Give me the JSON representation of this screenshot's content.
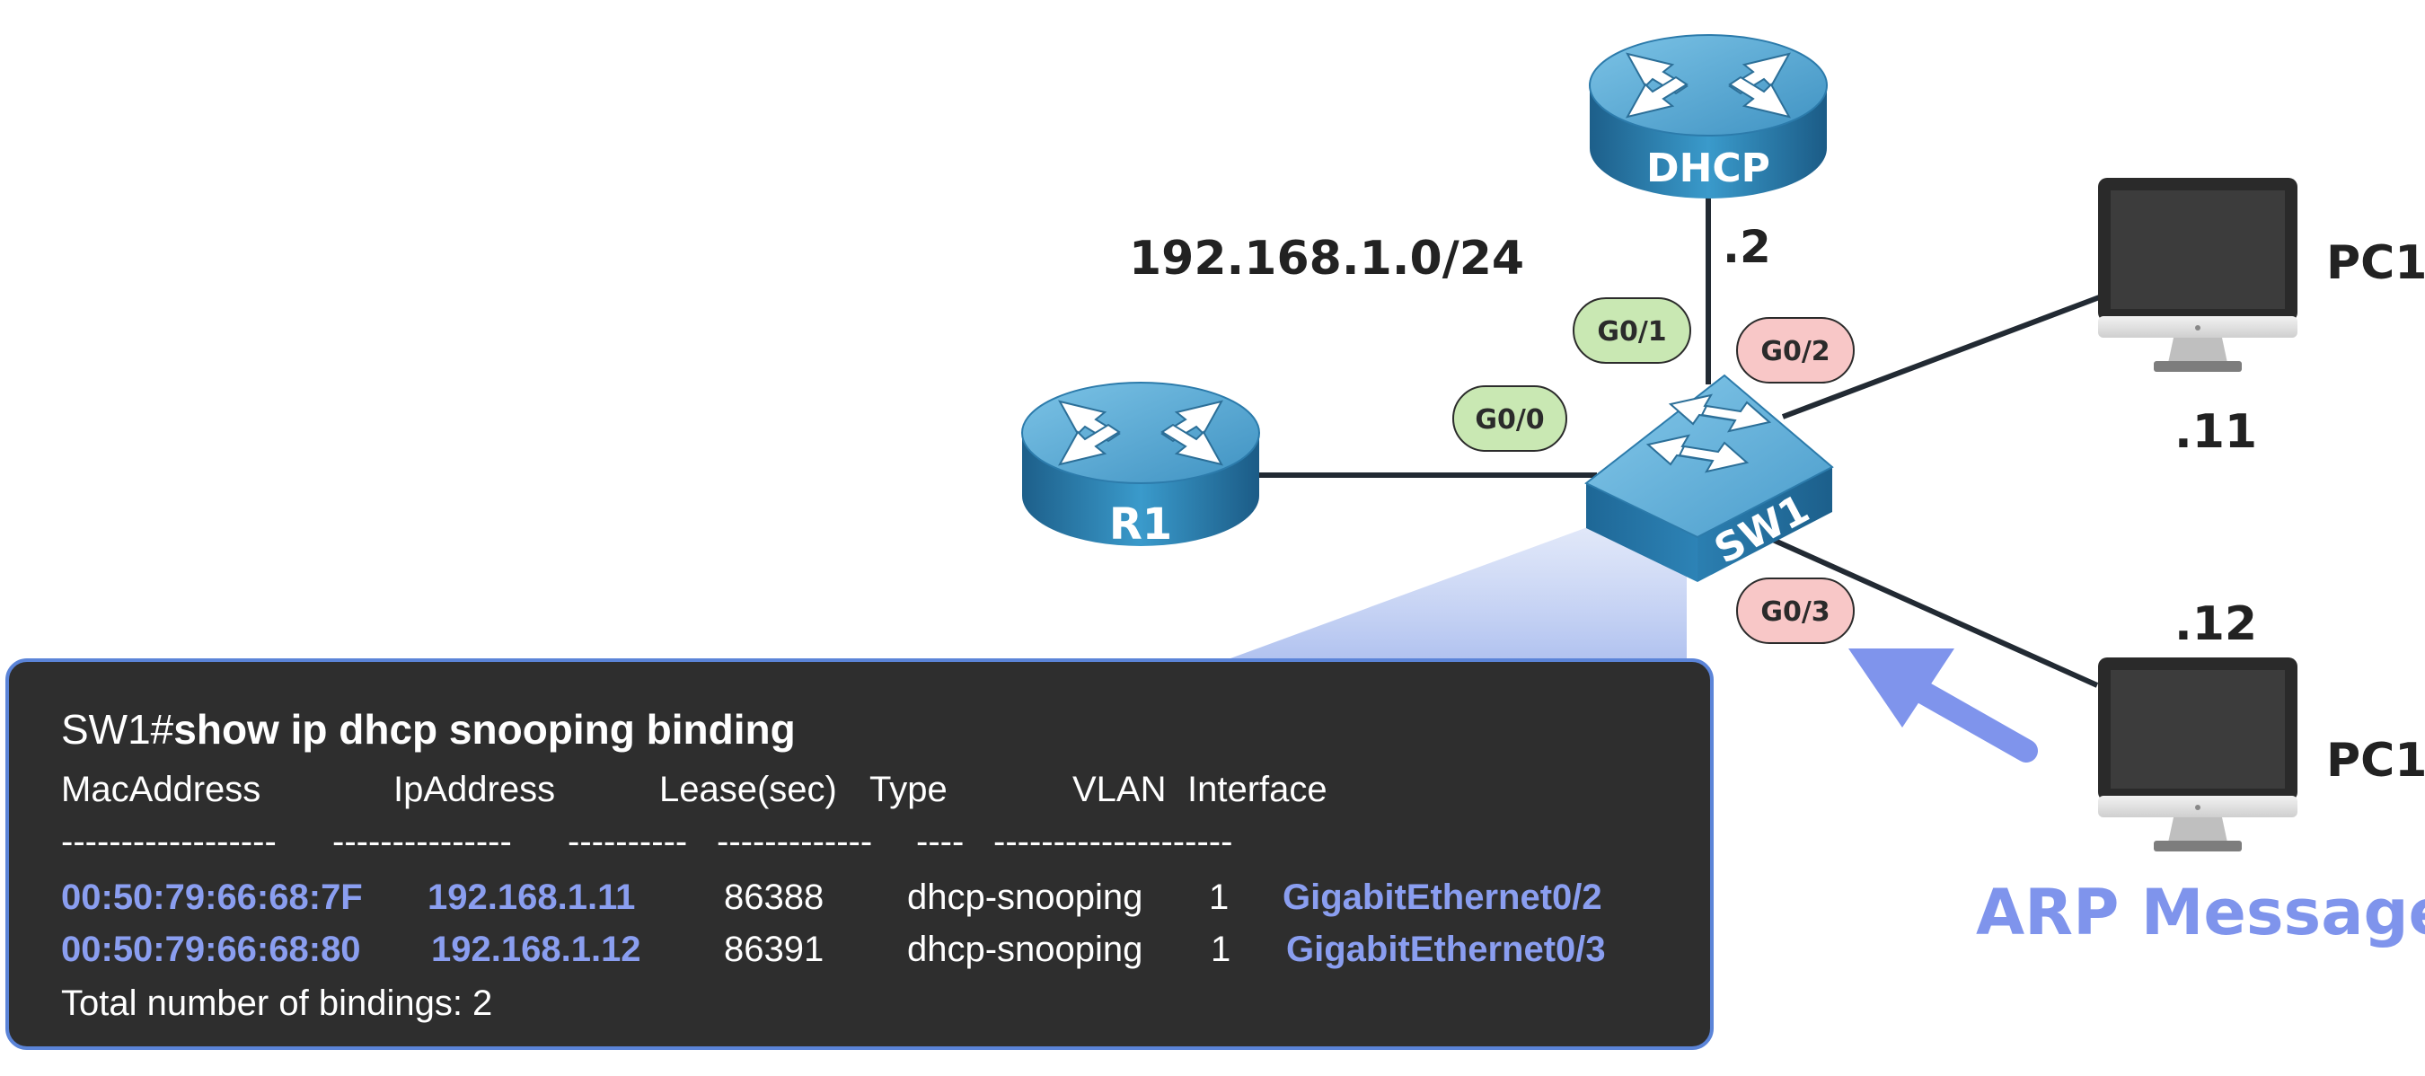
{
  "network": "192.168.1.0/24",
  "devices": {
    "dhcp": {
      "label": "DHCP",
      "ip": ".2"
    },
    "r1": {
      "label": "R1"
    },
    "sw1": {
      "label": "SW1"
    },
    "pc_top": {
      "label": "PC1",
      "ip": ".11"
    },
    "pc_bottom": {
      "label": "PC1",
      "ip": ".12"
    }
  },
  "interfaces": {
    "g00": "G0/0",
    "g01": "G0/1",
    "g02": "G0/2",
    "g03": "G0/3"
  },
  "colors": {
    "trusted": "#c9e8b3",
    "untrusted": "#f8c7c7",
    "highlight": "#8a9ef0",
    "device": "#2f86b8",
    "terminal_bg": "#2e2e2e"
  },
  "arp_label": "ARP Message",
  "terminal": {
    "prompt": "SW1#",
    "command": "show ip dhcp snooping binding",
    "headers": [
      "MacAddress",
      "IpAddress",
      "Lease(sec)",
      "Type",
      "VLAN",
      "Interface"
    ],
    "separators": [
      "------------------",
      "---------------",
      "----------",
      "-------------",
      "----",
      "--------------------"
    ],
    "rows": [
      [
        "00:50:79:66:68:7F",
        "192.168.1.11",
        "86388",
        "dhcp-snooping",
        "1",
        "GigabitEthernet0/2"
      ],
      [
        "00:50:79:66:68:80",
        "192.168.1.12",
        "86391",
        "dhcp-snooping",
        "1",
        "GigabitEthernet0/3"
      ]
    ],
    "footer": "Total number of bindings: 2"
  }
}
